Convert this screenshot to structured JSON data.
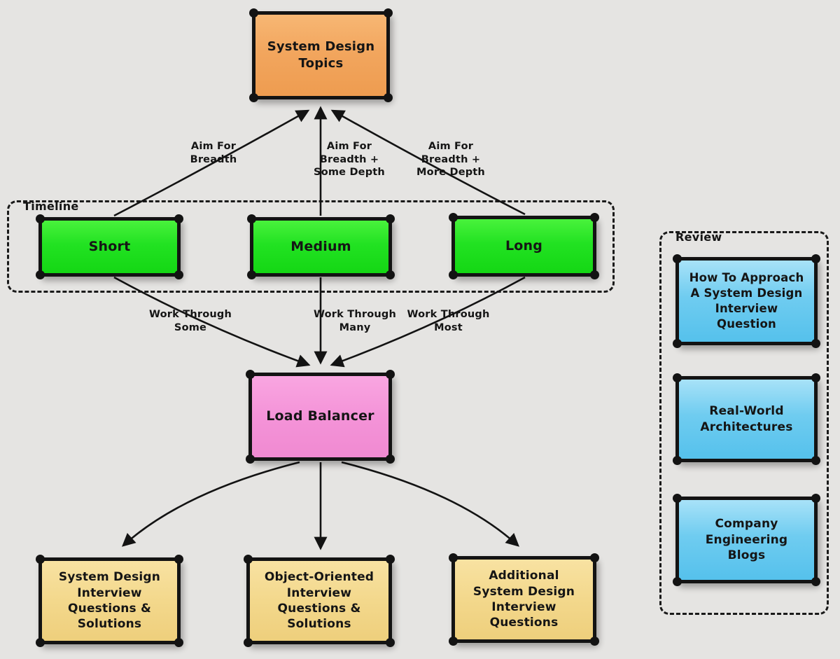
{
  "palette": {
    "background": "#e5e4e2",
    "stroke": "#131313",
    "topics_orange": "#f2a65e",
    "timeline_green": "#22e222",
    "load_balancer_pink": "#f493d8",
    "questions_tan": "#f3d88c",
    "review_blue": "#6fccf0"
  },
  "nodes": {
    "system_design_topics": {
      "label": "System Design\nTopics",
      "fill": "#f2a65e"
    },
    "short": {
      "label": "Short",
      "fill": "#22e222"
    },
    "medium": {
      "label": "Medium",
      "fill": "#22e222"
    },
    "long": {
      "label": "Long",
      "fill": "#22e222"
    },
    "load_balancer": {
      "label": "Load Balancer",
      "fill": "#f493d8"
    },
    "sd_interview_questions": {
      "label": "System Design\nInterview\nQuestions &\nSolutions",
      "fill": "#f3d88c"
    },
    "oo_interview_questions": {
      "label": "Object-Oriented\nInterview\nQuestions &\nSolutions",
      "fill": "#f3d88c"
    },
    "additional_sd_questions": {
      "label": "Additional\nSystem Design\nInterview\nQuestions",
      "fill": "#f3d88c"
    },
    "how_to_approach": {
      "label": "How To Approach\nA System Design\nInterview\nQuestion",
      "fill": "#6fccf0"
    },
    "real_world_architectures": {
      "label": "Real-World\nArchitectures",
      "fill": "#6fccf0"
    },
    "company_engineering_blogs": {
      "label": "Company\nEngineering\nBlogs",
      "fill": "#6fccf0"
    }
  },
  "containers": {
    "timeline": {
      "label": "Timeline"
    },
    "review": {
      "label": "Review"
    }
  },
  "edge_labels": {
    "aim_breadth": "Aim For\nBreadth",
    "aim_some_depth": "Aim For\nBreadth +\nSome Depth",
    "aim_more_depth": "Aim For\nBreadth +\nMore Depth",
    "work_some": "Work Through\nSome",
    "work_many": "Work Through\nMany",
    "work_most": "Work Through\nMost"
  },
  "edges": [
    {
      "from": "short",
      "to": "system_design_topics",
      "label": "Aim For Breadth"
    },
    {
      "from": "medium",
      "to": "system_design_topics",
      "label": "Aim For Breadth + Some Depth"
    },
    {
      "from": "long",
      "to": "system_design_topics",
      "label": "Aim For Breadth + More Depth"
    },
    {
      "from": "short",
      "to": "load_balancer",
      "label": "Work Through Some"
    },
    {
      "from": "medium",
      "to": "load_balancer",
      "label": "Work Through Many"
    },
    {
      "from": "long",
      "to": "load_balancer",
      "label": "Work Through Most"
    },
    {
      "from": "load_balancer",
      "to": "sd_interview_questions",
      "label": ""
    },
    {
      "from": "load_balancer",
      "to": "oo_interview_questions",
      "label": ""
    },
    {
      "from": "load_balancer",
      "to": "additional_sd_questions",
      "label": ""
    }
  ]
}
